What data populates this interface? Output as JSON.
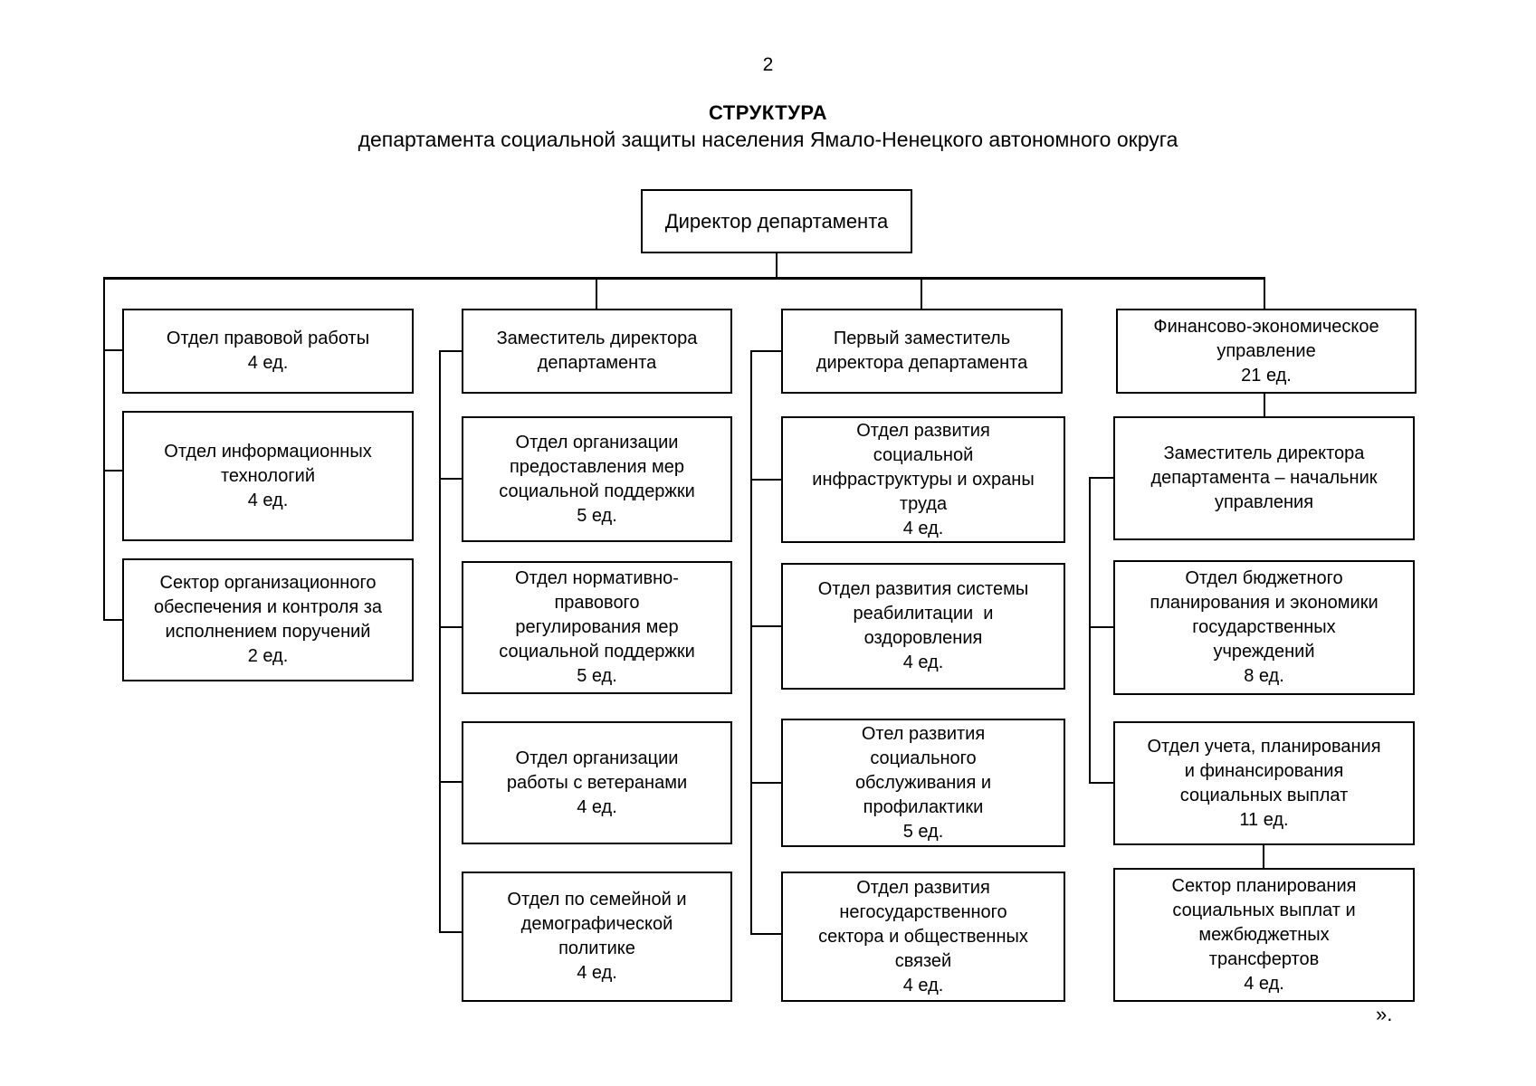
{
  "page": {
    "number": "2",
    "title": "СТРУКТУРА",
    "subtitle": "департамента социальной защиты населения Ямало-Ненецкого автономного округа",
    "closing_mark": "»."
  },
  "org": {
    "director": "Директор департамента",
    "col1": {
      "boxes": [
        "Отдел правовой работы\n4 ед.",
        "Отдел информационных\nтехнологий\n4 ед.",
        "Сектор организационного\nобеспечения и контроля за\nисполнением поручений\n2 ед."
      ]
    },
    "col2": {
      "header": "Заместитель директора\nдепартамента",
      "boxes": [
        "Отдел организации\nпредоставления мер\nсоциальной поддержки\n5 ед.",
        "Отдел нормативно-\nправового\nрегулирования мер\nсоциальной поддержки\n5 ед.",
        "Отдел организации\nработы с ветеранами\n4 ед.",
        "Отдел по семейной и\nдемографической\nполитике\n4 ед."
      ]
    },
    "col3": {
      "header": "Первый заместитель\nдиректора департамента",
      "boxes": [
        "Отдел развития\nсоциальной\nинфраструктуры и охраны\nтруда\n4 ед.",
        "Отдел развития системы\nреабилитации  и\nоздоровления\n4 ед.",
        "Отел развития\nсоциального\nобслуживания и\nпрофилактики\n5 ед.",
        "Отдел развития\nнегосударственного\nсектора и общественных\nсвязей\n4 ед."
      ]
    },
    "col4": {
      "header": "Финансово-экономическое\nуправление\n21 ед.",
      "boxes": [
        "Заместитель директора\nдепартамента – начальник\nуправления",
        "Отдел бюджетного\nпланирования и экономики\nгосударственных\nучреждений\n8 ед.",
        "Отдел учета, планирования\nи финансирования\nсоциальных выплат\n11 ед.",
        "Сектор планирования\nсоциальных выплат и\nмежбюджетных\nтрансфертов\n4 ед."
      ]
    }
  }
}
